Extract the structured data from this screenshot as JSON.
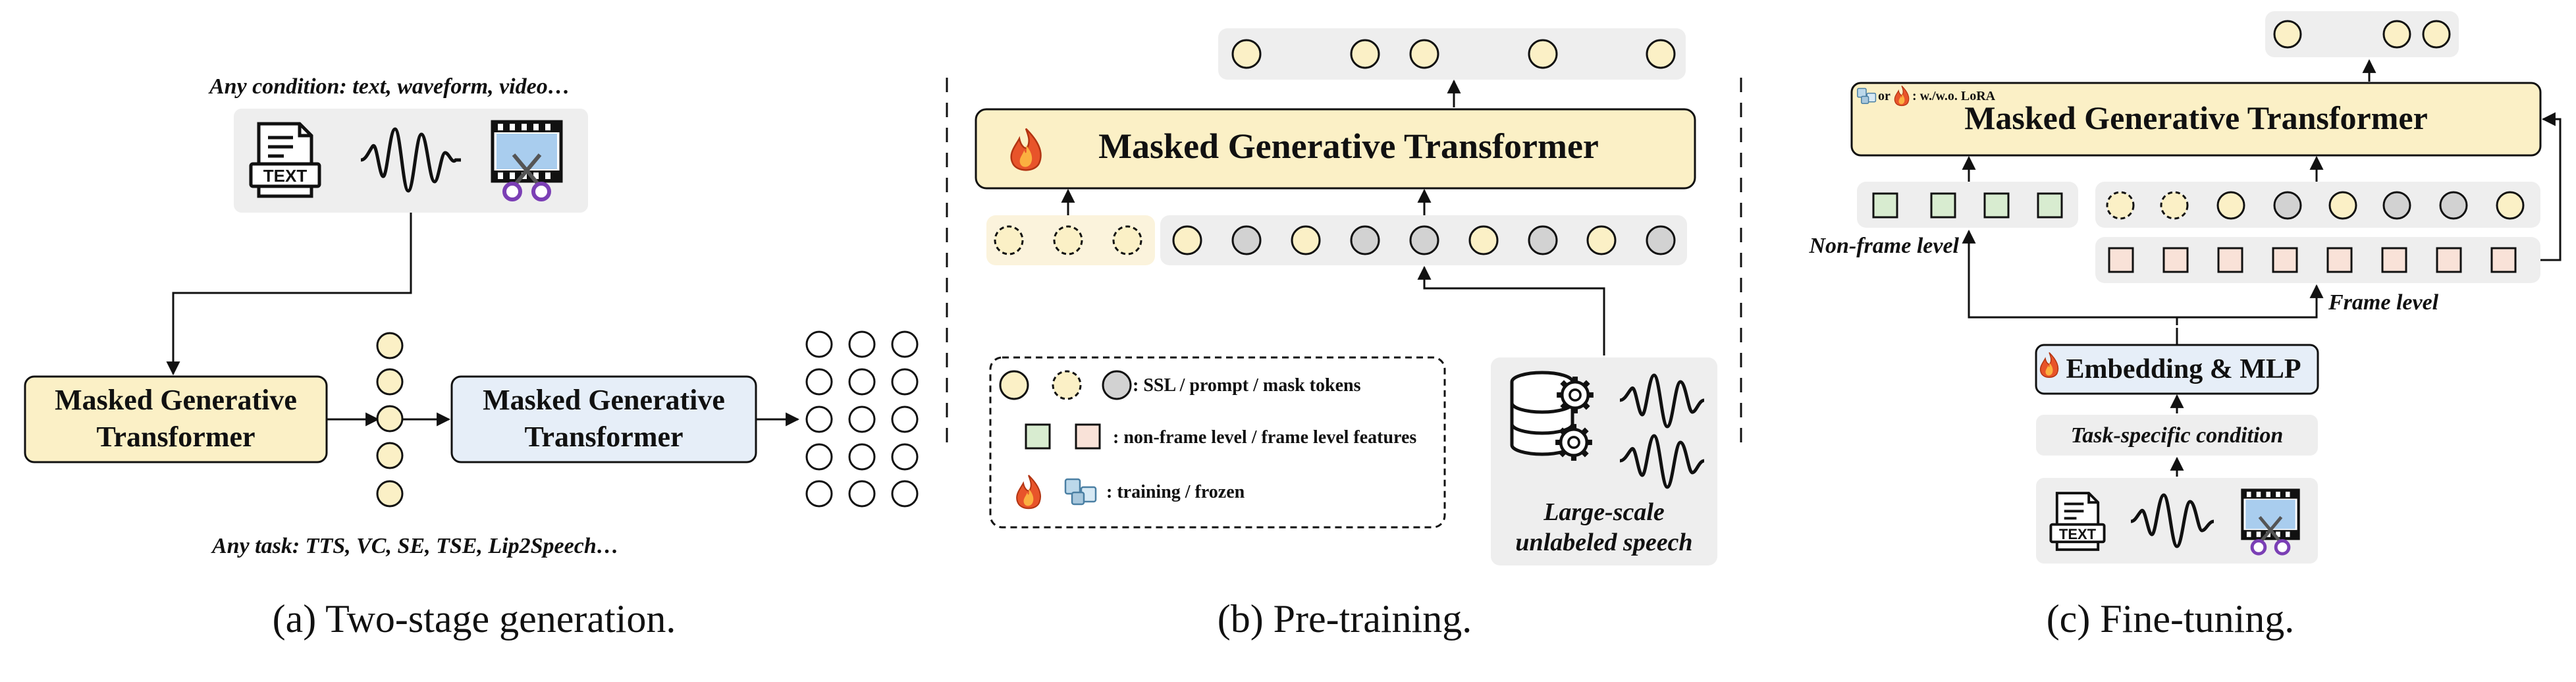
{
  "panel_a": {
    "condition_label": "Any condition: text, waveform, video…",
    "text_icon_label": "TEXT",
    "mgt1_line1": "Masked Generative",
    "mgt1_line2": "Transformer",
    "mgt2_line1": "Masked Generative",
    "mgt2_line2": "Transformer",
    "task_label": "Any task: TTS, VC, SE, TSE, Lip2Speech…",
    "caption": "(a) Two-stage generation."
  },
  "panel_b": {
    "mgt_label": "Masked Generative Transformer",
    "legend_tokens": ": SSL / prompt / mask tokens",
    "legend_features": ": non-frame level / frame level features",
    "legend_training": ": training / frozen",
    "speech_line1": "Large-scale",
    "speech_line2": "unlabeled speech",
    "caption": "(b) Pre-training."
  },
  "panel_c": {
    "lora_text": ": w./w.o. LoRA",
    "lora_or": "or",
    "mgt_label": "Masked Generative Transformer",
    "non_frame_label": "Non-frame level",
    "frame_label": "Frame level",
    "embed_label": "Embedding & MLP",
    "condition_label": "Task-specific condition",
    "text_icon_label": "TEXT",
    "caption": "(c) Fine-tuning."
  },
  "colors": {
    "ssl_token": "#fbf0c6",
    "mask_token": "#d2d2d2",
    "mgt_fill": "#fbf0c6",
    "second_stage_fill": "#e6eef8",
    "non_frame_feature": "#d8ecd0",
    "frame_feature": "#f9e2d8",
    "panel_gray": "#eeeeee",
    "fire": "#e8542a",
    "frozen": "#a9c8dd"
  }
}
